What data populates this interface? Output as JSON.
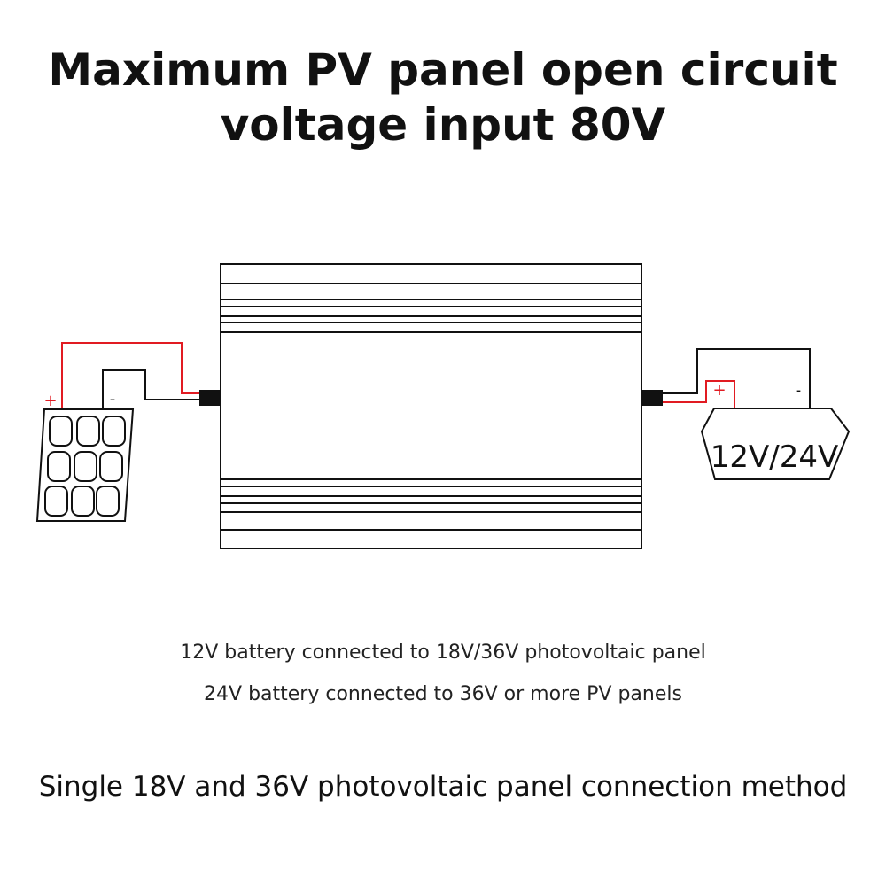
{
  "title": {
    "line1": "Maximum PV panel open circuit",
    "line2": "voltage input 80V"
  },
  "diagram": {
    "panel_plus": "+",
    "panel_minus": "-",
    "battery_plus": "+",
    "battery_minus": "-",
    "battery_label": "12V/24V",
    "colors": {
      "positive_wire": "#e11b22",
      "negative_wire": "#111111",
      "outline": "#111111"
    }
  },
  "captions": {
    "line1": "12V battery connected to 18V/36V photovoltaic panel",
    "line2": "24V battery connected to 36V or more PV panels"
  },
  "footer": "Single 18V and 36V photovoltaic panel connection method"
}
